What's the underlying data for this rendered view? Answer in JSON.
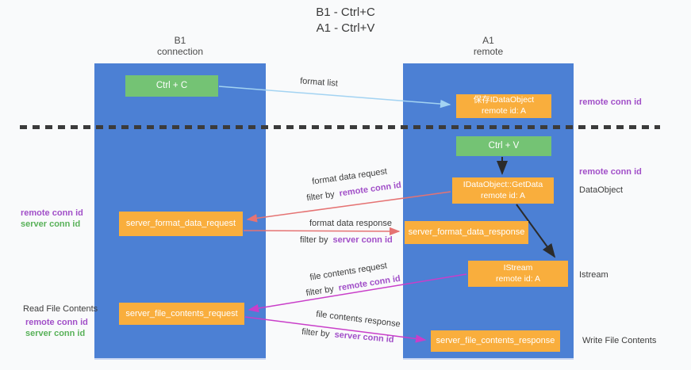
{
  "title": {
    "line1": "B1 - Ctrl+C",
    "line2": "A1 - Ctrl+V"
  },
  "columns": {
    "left": {
      "name": "B1",
      "role": "connection"
    },
    "right": {
      "name": "A1",
      "role": "remote"
    }
  },
  "boxes": {
    "ctrl_c": "Ctrl + C",
    "ctrl_v": "Ctrl + V",
    "save_dataobject": {
      "line1": "保存IDataObject",
      "line2": "remote id: A"
    },
    "getdata": {
      "line1": "IDataObject::GetData",
      "line2": "remote id: A"
    },
    "istream": {
      "line1": "IStream",
      "line2": "remote id: A"
    },
    "format_request": "server_format_data_request",
    "format_response": "server_format_data_response",
    "file_request": "server_file_contents_request",
    "file_response": "server_file_contents_response"
  },
  "arrow_labels": {
    "format_list": "format list",
    "format_data_request": "format data request",
    "format_data_response": "format data response",
    "file_contents_request": "file contents request",
    "file_contents_response": "file contents response",
    "filter_by": "filter by",
    "remote_conn_id": "remote conn id",
    "server_conn_id": "server conn id"
  },
  "side_labels": {
    "remote_conn_id_top_right": "remote conn id",
    "remote_conn_id_mid_right": "remote conn id",
    "dataobject": "DataObject",
    "istream": "Istream",
    "write_file_contents": "Write File Contents",
    "remote_conn_id_left": "remote conn id",
    "server_conn_id_left": "server conn id",
    "read_file_contents": "Read File Contents",
    "remote_conn_id_bottom_left": "remote conn id",
    "server_conn_id_bottom_left": "server conn id"
  },
  "colors": {
    "lifeline_blue": "#4c80d4",
    "action_green": "#74c374",
    "message_orange": "#f9ae3d",
    "arrow_light_blue": "#a3d3f2",
    "arrow_red": "#e57373",
    "arrow_magenta": "#c93ec9",
    "text_purple": "#a14fc8",
    "text_green": "#58b158"
  }
}
